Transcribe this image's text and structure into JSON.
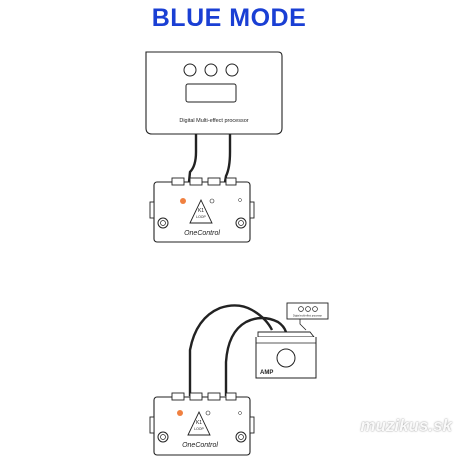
{
  "title": "BLUE MODE",
  "colors": {
    "title": "#1a3fd4",
    "stroke": "#222222",
    "led": "#f08040",
    "watermark": "#ffffff"
  },
  "processor": {
    "label": "Digital Multi-effect processor"
  },
  "pedal": {
    "brand_line1": "K1",
    "brand_line2": "LOOP",
    "maker": "OneControl"
  },
  "amp": {
    "label": "AMP",
    "small_label": "Digital multi-effect processor"
  },
  "watermark": "muzikus.sk"
}
